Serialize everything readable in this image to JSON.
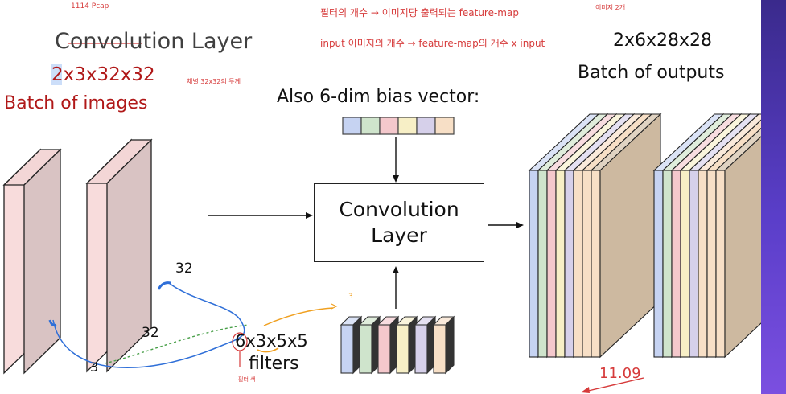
{
  "slide": {
    "title": "Convolution Layer",
    "input_shape": "2x3x32x32",
    "input_caption": "Batch of images",
    "bias_caption": "Also 6-dim bias vector:",
    "conv_layer_label": [
      "Convolution",
      "Layer"
    ],
    "filters_shape": "6x3x5x5",
    "filters_word": "filters",
    "output_shape": "2x6x28x28",
    "output_caption": "Batch of outputs",
    "dim_labels": {
      "height": "32",
      "width": "32",
      "channels": "3"
    }
  },
  "handwritten_notes": {
    "top_left": "1114 Pcap",
    "line1": "필터의 개수 → 이미지당 출력되는 feature-map",
    "line1_side": "이미지 2개",
    "line2": "input 이미지의 개수 → feature-map의 개수 x input",
    "input_note": "채널 32x32의 두께",
    "filters_arrow_note": "3",
    "channel_note": "필터 색",
    "date": "11.09"
  },
  "colors": {
    "input_tensor_front": "#f8dcdc",
    "input_tensor_side": "#d9c3c3",
    "filter_palette": [
      "#c6d3f2",
      "#cfe4cc",
      "#f4c8cc",
      "#f7efc6",
      "#d6d0ea",
      "#f7dfc6"
    ],
    "output_last": "#cdb9a0",
    "annotation_blue": "#2f6fd8",
    "annotation_green": "#4aa04a",
    "annotation_orange": "#f0a020",
    "annotation_red": "#d63a3a",
    "accent": "#b01818"
  }
}
